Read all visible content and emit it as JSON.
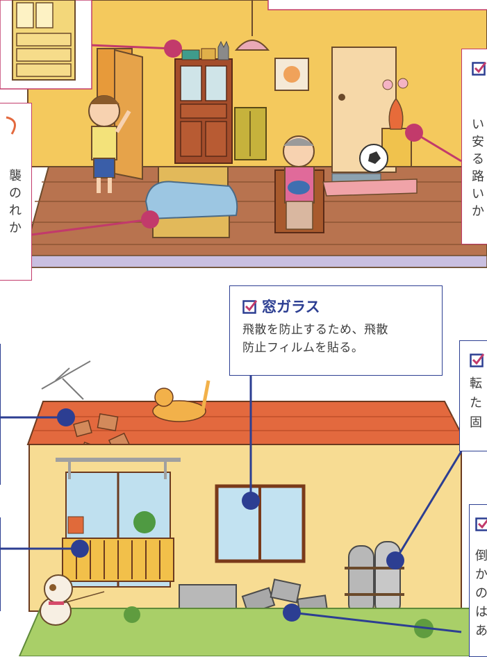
{
  "window_glass": {
    "title": "窓ガラス",
    "body": "飛散を防止するため、飛散\n防止フィルムを貼る。"
  },
  "left_partial_top": {
    "lines": "襲\nの\nれ\nか"
  },
  "right_partial_top": {
    "lines": "い\n安\nる\n路\nい\nか"
  },
  "right_partial_mid": {
    "lines": "転\nた\n固"
  },
  "right_partial_bottom": {
    "lines": "倒\nか\nの\nは\nあ"
  },
  "colors": {
    "pink_accent": "#c23a6b",
    "blue_accent": "#2c3e92",
    "wall": "#f4c95d",
    "floor": "#b8734f",
    "roof": "#e3693e",
    "grass": "#a9cf68"
  },
  "icons": [
    "checkbox-checked-icon"
  ]
}
